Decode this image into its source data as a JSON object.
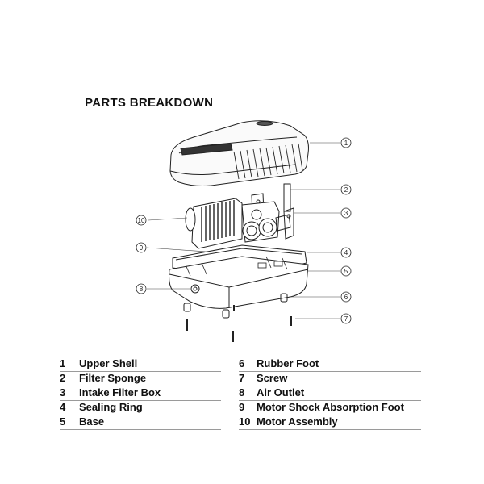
{
  "title": "PARTS BREAKDOWN",
  "parts": [
    {
      "num": "1",
      "label": "Upper Shell"
    },
    {
      "num": "2",
      "label": "Filter Sponge"
    },
    {
      "num": "3",
      "label": "Intake Filter Box"
    },
    {
      "num": "4",
      "label": "Sealing Ring"
    },
    {
      "num": "5",
      "label": "Base"
    },
    {
      "num": "6",
      "label": "Rubber Foot"
    },
    {
      "num": "7",
      "label": "Screw"
    },
    {
      "num": "8",
      "label": "Air Outlet"
    },
    {
      "num": "9",
      "label": "Motor Shock Absorption Foot"
    },
    {
      "num": "10",
      "label": "Motor Assembly"
    }
  ]
}
